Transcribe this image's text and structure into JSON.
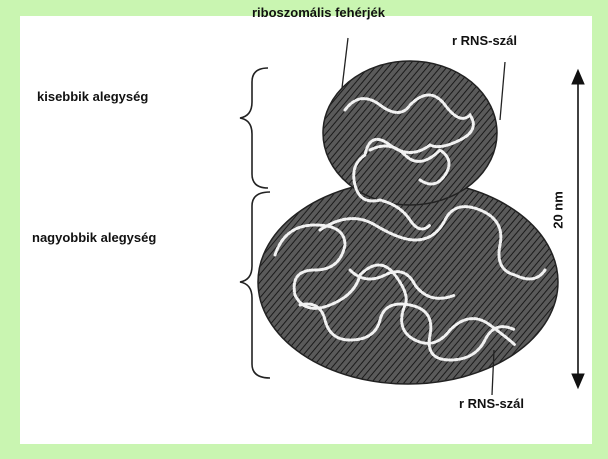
{
  "labels": {
    "ribosomal_proteins": "riboszomális fehérjék",
    "rrna_top": "r RNS-szál",
    "small_subunit": "kisebbik alegység",
    "large_subunit": "nagyobbik alegység",
    "rrna_bottom": "r RNS-szál",
    "scale": "20 nm"
  },
  "colors": {
    "background": "#c9f5b1",
    "panel": "#ffffff",
    "ribosome_body": "#4a4a4a",
    "ink": "#111111"
  }
}
